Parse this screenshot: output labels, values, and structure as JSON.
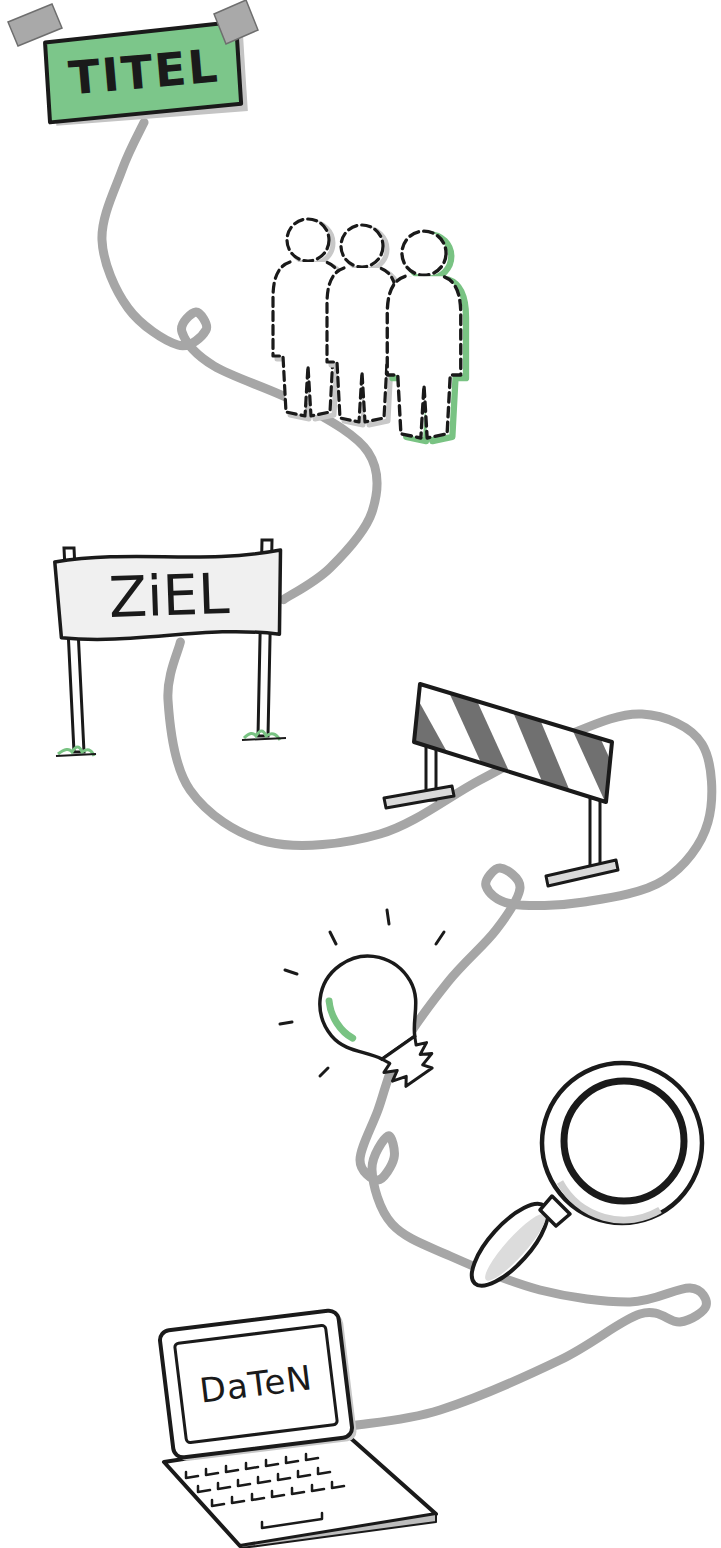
{
  "diagram": {
    "nodes": [
      {
        "text": [
          "TITEL"
        ]
      },
      {
        "text": [
          "ZiEL"
        ]
      },
      {
        "text": [
          "DaTeN"
        ]
      }
    ],
    "edges": [
      {
        "from": 0,
        "to": 1,
        "arrow": "none"
      },
      {
        "from": 1,
        "to": 2,
        "arrow": "none"
      }
    ]
  }
}
